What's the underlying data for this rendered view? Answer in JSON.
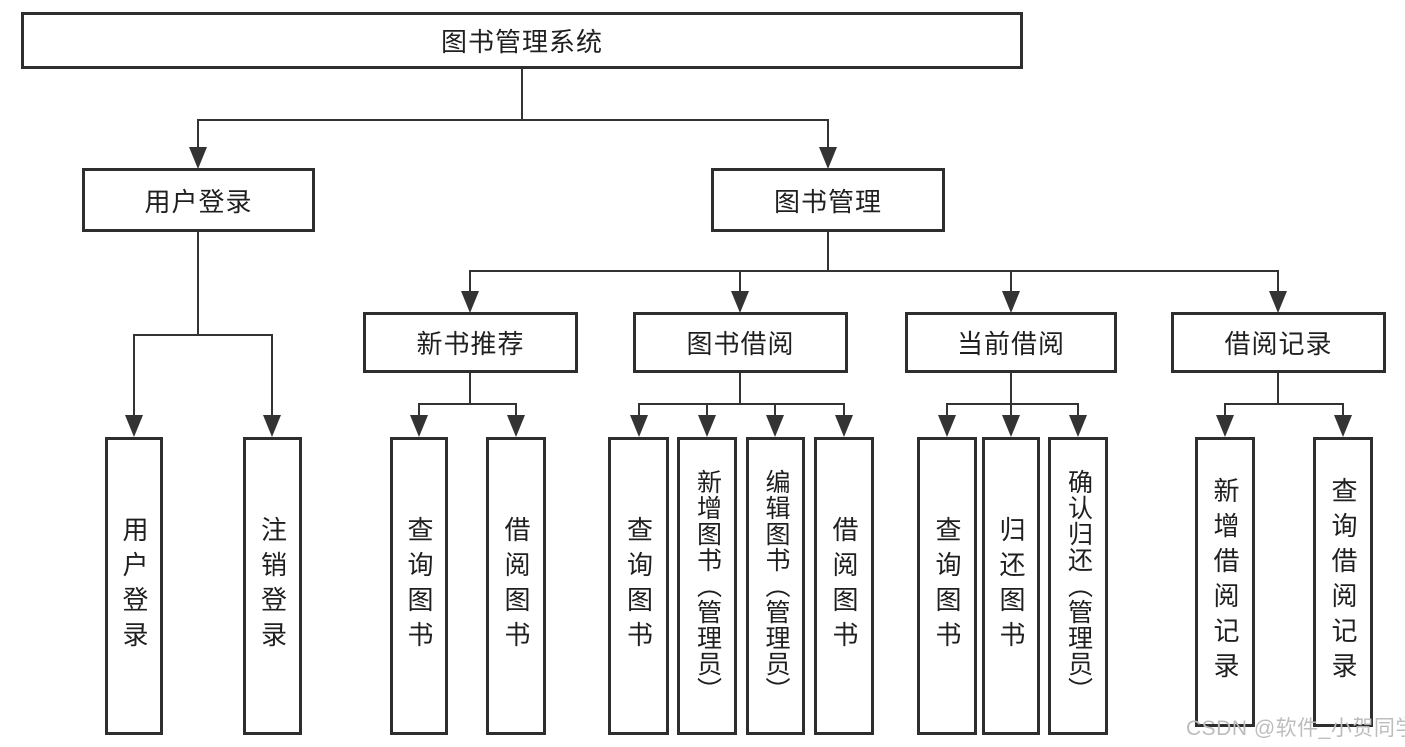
{
  "tree": {
    "root": "图书管理系统",
    "branches": [
      {
        "label": "用户登录",
        "children": [
          "用户登录",
          "注销登录"
        ]
      },
      {
        "label": "图书管理",
        "groups": [
          {
            "label": "新书推荐",
            "children": [
              "查询图书",
              "借阅图书"
            ]
          },
          {
            "label": "图书借阅",
            "children": [
              "查询图书",
              "新增图书（管理员）",
              "编辑图书（管理员）",
              "借阅图书"
            ]
          },
          {
            "label": "当前借阅",
            "children": [
              "查询图书",
              "归还图书",
              "确认归还（管理员）"
            ]
          },
          {
            "label": "借阅记录",
            "children": [
              "新增借阅记录",
              "查询借阅记录"
            ]
          }
        ]
      }
    ]
  },
  "watermark": {
    "text": "CSDN @软件_小贺同学"
  },
  "colors": {
    "line": "#333333",
    "text": "#1f1f1f",
    "watermark": "#bdbdbd",
    "background": "#ffffff"
  }
}
